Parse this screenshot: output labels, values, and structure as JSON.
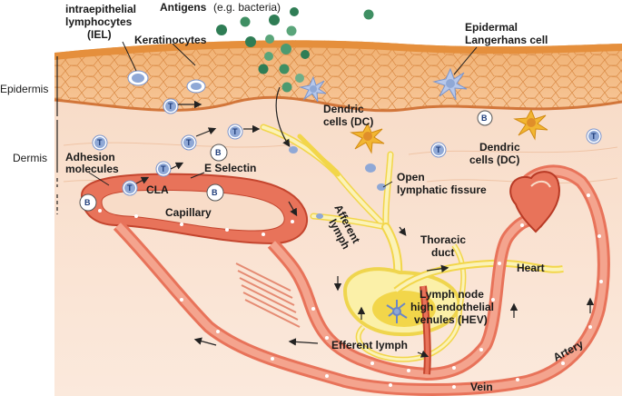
{
  "labels": {
    "antigens_bold": "Antigens",
    "antigens_note": "(e.g. bacteria)",
    "iel_line1": "intraepithelial",
    "iel_line2": "lymphocytes",
    "iel_line3": "(IEL)",
    "keratinocytes": "Keratinocytes",
    "langerhans_line1": "Epidermal",
    "langerhans_line2": "Langerhans cell",
    "epidermis": "Epidermis",
    "dermis": "Dermis",
    "dc_line1": "Dendric",
    "dc_line2": "cells (DC)",
    "dc2_line1": "Dendric",
    "dc2_line2": "cells (DC)",
    "adhesion_line1": "Adhesion",
    "adhesion_line2": "molecules",
    "e_selectin": "E Selectin",
    "cla": "CLA",
    "capillary": "Capillary",
    "open_lymph_line1": "Open",
    "open_lymph_line2": "lymphatic fissure",
    "afferent_line1": "Afferent",
    "afferent_line2": "lymph",
    "thoracic_line1": "Thoracic",
    "thoracic_line2": "duct",
    "heart": "Heart",
    "lymph_node_line1": "Lymph node",
    "lymph_node_line2": "high endothelial",
    "lymph_node_line3": "venules (HEV)",
    "efferent": "Efferent lymph",
    "vein": "Vein",
    "artery": "Artery"
  },
  "cell_letters": {
    "t": "T",
    "b": "B"
  },
  "colors": {
    "antigen_green": "#2f7d55",
    "epidermis_orange": "#f2a050",
    "dermis_pink": "#f6d9c4",
    "vessel_red": "#e8735a",
    "lymph_yellow": "#f7e98a",
    "dc_yellow": "#f2b632",
    "langerhans_blue": "#8fa8d6"
  }
}
